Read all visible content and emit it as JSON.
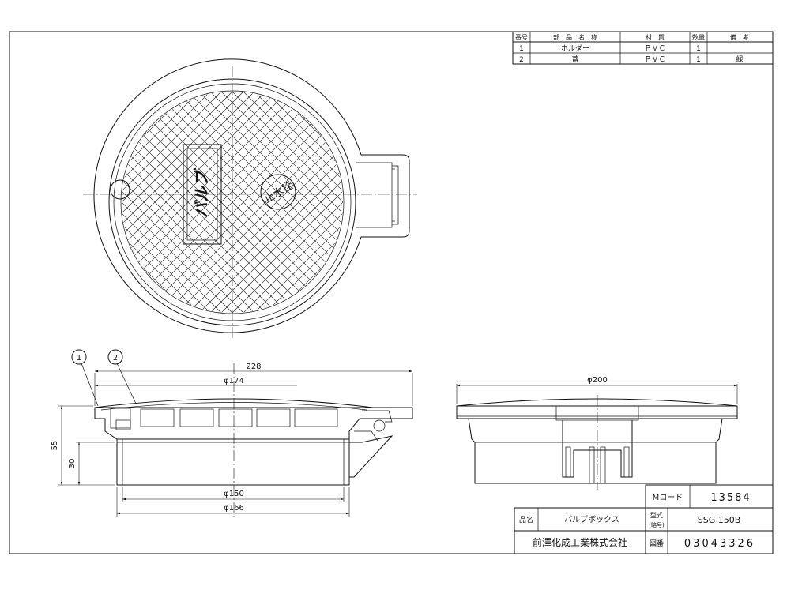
{
  "parts_table": {
    "headers": [
      "番号",
      "部　品　名　称",
      "材　質",
      "数量",
      "備　考"
    ],
    "rows": [
      [
        "1",
        "ホルダー",
        "ＰＶＣ",
        "1",
        ""
      ],
      [
        "2",
        "蓋",
        "ＰＶＣ",
        "1",
        "緑"
      ]
    ]
  },
  "top_view": {
    "lid_label": "バルブ",
    "knob_label": "止水栓"
  },
  "side_view": {
    "balloons": [
      "1",
      "2"
    ],
    "dims": {
      "width": "228",
      "dia_174": "φ174",
      "height": "55",
      "height_lower": "30",
      "dia_150": "φ150",
      "dia_166": "φ166"
    }
  },
  "right_view": {
    "dia_200": "φ200"
  },
  "title_block": {
    "mcode_label": "Mコード",
    "mcode_value": "13584",
    "product_label": "品名",
    "product_name": "バルブボックス",
    "model_label": "型式",
    "model_sub": "(略号)",
    "model_value": "SSG 150B",
    "company": "前澤化成工業株式会社",
    "drawing_label": "図番",
    "drawing_number": "03043326"
  }
}
